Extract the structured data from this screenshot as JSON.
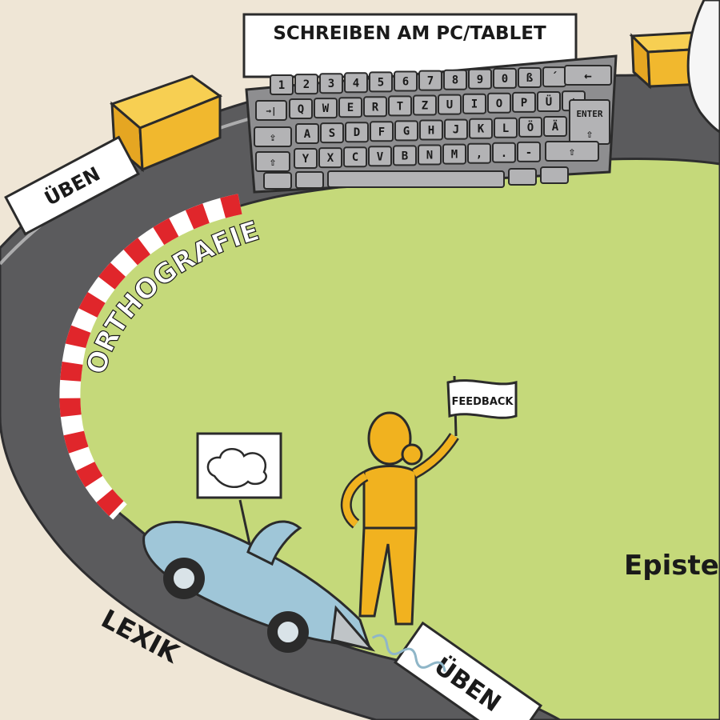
{
  "labels": {
    "keyboard_sign": "SCHREIBEN AM PC/TABLET",
    "uben_top": "ÜBEN",
    "uben_bottom": "ÜBEN",
    "orthografie": "ORTHOGRAFIE",
    "lexik": "LEXIK",
    "feedback_flag": "FEEDBACK",
    "episte": "Episte"
  },
  "keyboard": {
    "row1": [
      "1",
      "2",
      "3",
      "4",
      "5",
      "6",
      "7",
      "8",
      "9",
      "0",
      "ß",
      "´"
    ],
    "row1_backspace": "←",
    "row2_tab": "→|",
    "row2": [
      "Q",
      "W",
      "E",
      "R",
      "T",
      "Z",
      "U",
      "I",
      "O",
      "P",
      "Ü",
      "+"
    ],
    "row3_caps": "⇪",
    "row3": [
      "A",
      "S",
      "D",
      "F",
      "G",
      "H",
      "J",
      "K",
      "L",
      "Ö",
      "Ä"
    ],
    "row3_enter": "ENTER",
    "row3_enter_arrow": "⇧",
    "row4_shift": "⇧",
    "row4": [
      "Y",
      "X",
      "C",
      "V",
      "B",
      "N",
      "M",
      ",",
      ".",
      "-"
    ],
    "row4_shift_right": "⇧"
  },
  "colors": {
    "background": "#efe6d6",
    "track": "#5b5b5d",
    "grass": "#c5d97a",
    "curb_red": "#e0262b",
    "key": "#a9a9ab",
    "hay": "#f1b82e",
    "car": "#9fc6d8",
    "person": "#f1b21f"
  }
}
